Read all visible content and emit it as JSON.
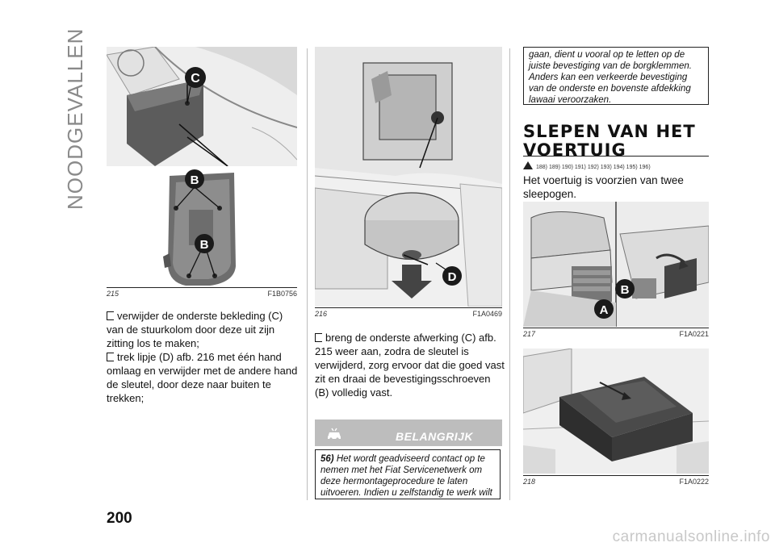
{
  "page": {
    "side_title": "NOODGEVALLEN",
    "page_number": "200",
    "watermark": "carmanualsonline.info"
  },
  "figures": {
    "fig215": {
      "number": "215",
      "code": "F1B0756",
      "labels": [
        "C",
        "B",
        "B"
      ]
    },
    "fig216": {
      "number": "216",
      "code": "F1A0469",
      "labels": [
        "D"
      ]
    },
    "fig217": {
      "number": "217",
      "code": "F1A0221",
      "labels": [
        "A",
        "B"
      ]
    },
    "fig218": {
      "number": "218",
      "code": "F1A0222"
    }
  },
  "column1": {
    "item1": "verwijder de onderste bekleding (C) van de stuurkolom door deze uit zijn zitting los te maken;",
    "item2": "trek lipje (D) afb. 216 met één hand omlaag en verwijder met de andere hand de sleutel, door deze naar buiten te trekken;"
  },
  "column2": {
    "item1": "breng de onderste afwerking (C) afb. 215 weer aan, zodra de sleutel is verwijderd, zorg ervoor dat die goed vast zit en draai de bevestigingsschroeven (B) volledig vast.",
    "belangrijk_title": "BELANGRIJK",
    "note_number": "56)",
    "note_text": "Het wordt geadviseerd contact op te nemen met het Fiat Servicenetwerk om deze hermontageprocedure te laten uitvoeren. Indien u zelfstandig te werk wilt"
  },
  "column3": {
    "note_text": "gaan, dient u vooral op te letten op de juiste bevestiging van de borgklemmen. Anders kan een verkeerde bevestiging van de onderste en bovenste afdekking lawaai veroorzaken.",
    "section_title": "SLEPEN VAN HET VOERTUIG",
    "refs": "188)  189)  190)  191)  192)  193)  194)  195)  196)",
    "intro": "Het voertuig is voorzien van twee sleepogen."
  },
  "colors": {
    "accent_gray": "#bdbdbd",
    "text": "#111111"
  }
}
